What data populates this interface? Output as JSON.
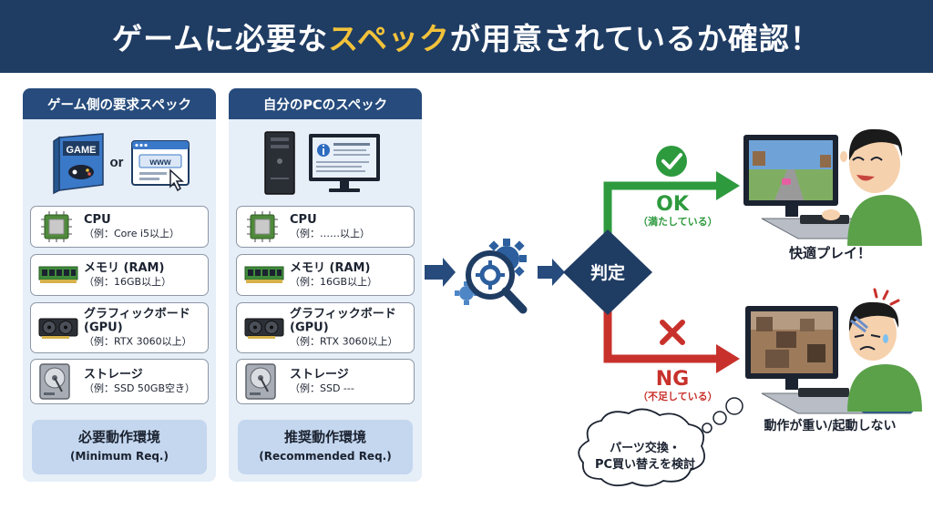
{
  "header": {
    "title_pre": "ゲームに必要な",
    "title_highlight": "スペック",
    "title_post": "が用意されているか確認！"
  },
  "left_panel": {
    "title": "ゲーム側の要求スペック",
    "box_label": "GAME",
    "web_label": "www",
    "or_text": "or",
    "items": [
      {
        "name": "CPU",
        "example": "（例：Core i5以上）"
      },
      {
        "name": "メモリ (RAM)",
        "example": "（例：16GB以上）"
      },
      {
        "name": "グラフィックボード (GPU)",
        "example": "（例：RTX 3060以上）"
      },
      {
        "name": "ストレージ",
        "example": "（例：SSD 50GB空き）"
      }
    ],
    "env_title": "必要動作環境",
    "env_sub": "(Minimum Req.)"
  },
  "right_panel": {
    "title": "自分のPCのスペック",
    "items": [
      {
        "name": "CPU",
        "example": "（例：……以上）"
      },
      {
        "name": "メモリ (RAM)",
        "example": "（例：16GB以上）"
      },
      {
        "name": "グラフィックボード (GPU)",
        "example": "（例：RTX 3060以上）"
      },
      {
        "name": "ストレージ",
        "example": "（例：SSD ---"
      }
    ],
    "env_title": "推奨動作環境",
    "env_sub": "(Recommended Req.)"
  },
  "decision": {
    "label": "判定",
    "ok_label": "OK",
    "ok_sub": "（満たしている）",
    "ng_label": "NG",
    "ng_sub": "（不足している）"
  },
  "results": {
    "ok_caption": "快適プレイ！",
    "ng_caption": "動作が重い/起動しない",
    "bubble_line1": "パーツ交換・",
    "bubble_line2": "PC買い替えを検討"
  },
  "colors": {
    "navy": "#1f3c63",
    "highlight": "#f2c23a",
    "ok_green": "#2e9a3e",
    "ng_red": "#c8312b",
    "panel_bg": "#e6eef8"
  }
}
